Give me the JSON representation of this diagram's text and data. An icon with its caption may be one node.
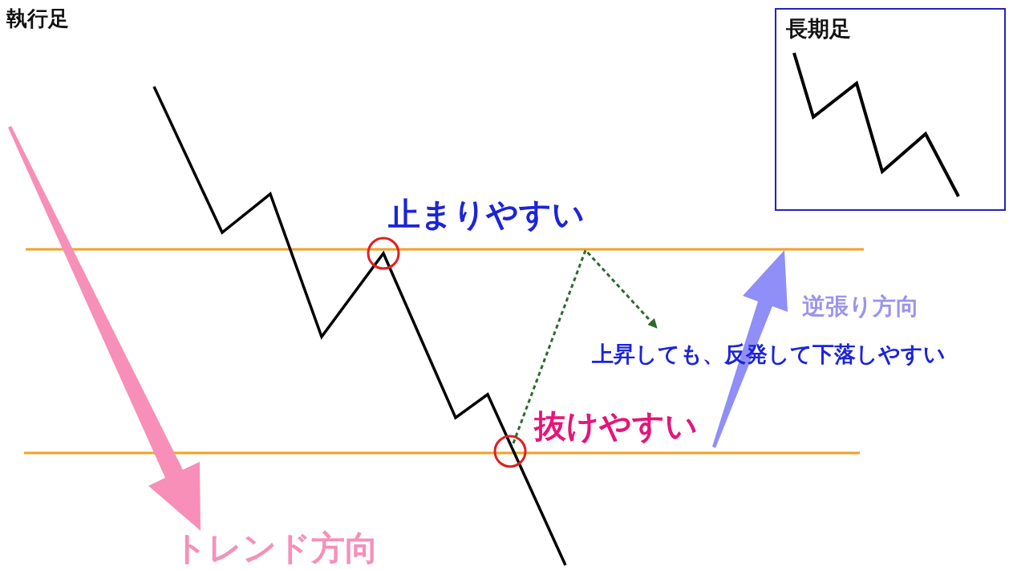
{
  "diagram": {
    "title": "執行足",
    "nodes": [
      {
        "text": [
          "長期足"
        ]
      }
    ],
    "labels": [
      "止まりやすい",
      "逆張り方向",
      "上昇しても、反発して下落しやすい",
      "抜けやすい",
      "トレンド方向"
    ]
  }
}
